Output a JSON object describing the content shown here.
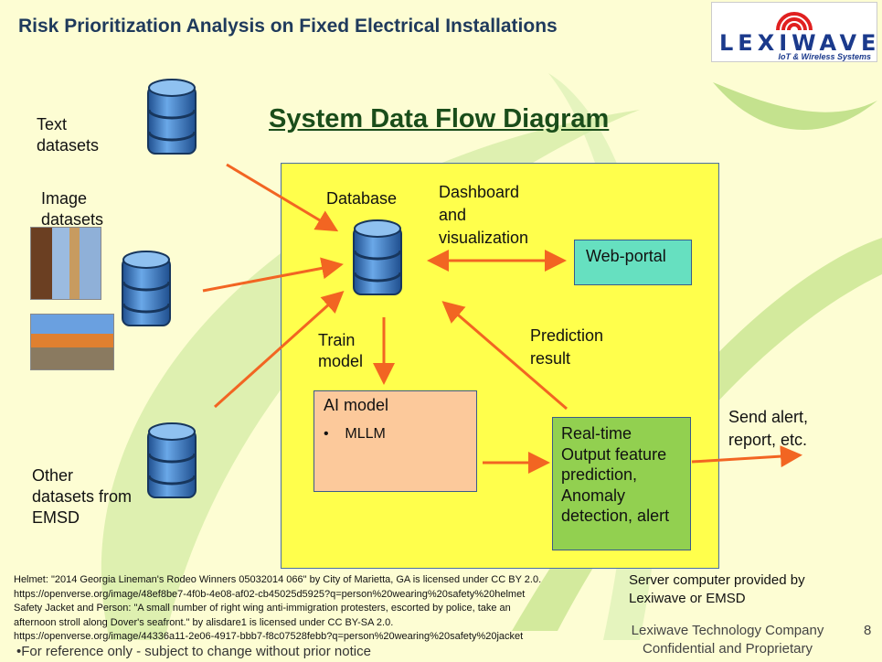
{
  "header": {
    "title": "Risk Prioritization Analysis on Fixed Electrical Installations",
    "logo_text": "LEXIWAVE",
    "logo_tagline": "IoT & Wireless Systems"
  },
  "diagram": {
    "heading": "System Data Flow Diagram",
    "sources": {
      "text": "Text\ndatasets",
      "image": "Image\ndatasets",
      "other": "Other\ndatasets from\nEMSD"
    },
    "database_label": "Database",
    "dashboard_label": "Dashboard\nand\nvisualization",
    "web_portal": "Web-portal",
    "train_label": "Train\nmodel",
    "prediction_label": "Prediction\nresult",
    "ai_model": {
      "title": "AI model",
      "items": [
        "MLLM"
      ]
    },
    "realtime": "Real-time\nOutput feature\nprediction,\nAnomaly\ndetection, alert",
    "send_alert": "Send alert,\nreport, etc.",
    "server_note": "Server computer provided by\nLexiwave or EMSD",
    "colors": {
      "arrow": "#f26522",
      "container": "#ffff4c",
      "web": "#66e0c0",
      "ai": "#fcc99b",
      "realtime": "#92d050"
    }
  },
  "footer": {
    "credits": [
      "Helmet: \"2014 Georgia Lineman's Rodeo Winners 05032014 066\" by City of Marietta, GA is licensed under CC BY 2.0.",
      "https://openverse.org/image/48ef8be7-4f0b-4e08-af02-cb45025d5925?q=person%20wearing%20safety%20helmet",
      "Safety Jacket and Person: \"A small number of right wing anti-immigration protesters, escorted by police, take an",
      "afternoon stroll along Dover's seafront.\" by alisdare1 is licensed under CC BY-SA 2.0.",
      "https://openverse.org/image/44336a11-2e06-4917-bbb7-f8c07528febb?q=person%20wearing%20safety%20jacket"
    ],
    "disclaimer": "•For reference only - subject to change without prior notice",
    "company": "Lexiwave Technology Company",
    "confidential": "Confidential and Proprietary",
    "page": "8"
  }
}
